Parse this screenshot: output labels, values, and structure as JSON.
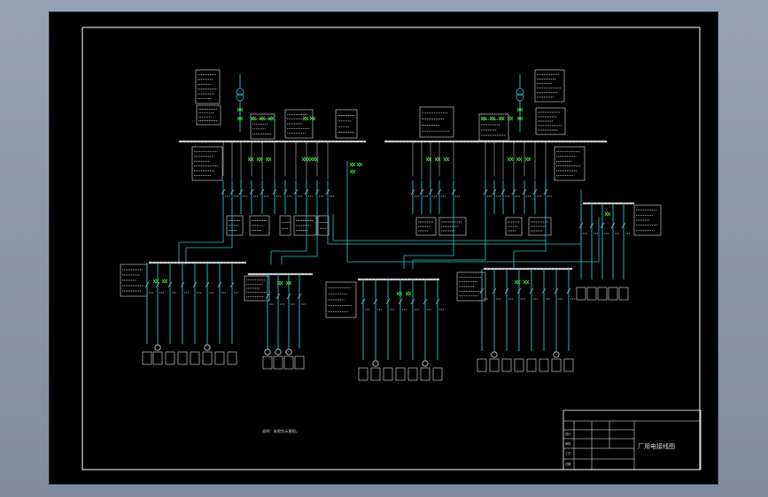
{
  "title_block": {
    "drawing_title": "厂用电接线图",
    "row_labels": [
      "设计",
      "审核",
      "工艺",
      "日期"
    ]
  },
  "note_text": "说明：本图为示意图。",
  "colors": {
    "background": "#000000",
    "frame": "#ffffff",
    "bus": "#d0d0d0",
    "wire": "#26c6c6",
    "breaker": "#3dd63d",
    "label": "#e0e0e0"
  }
}
